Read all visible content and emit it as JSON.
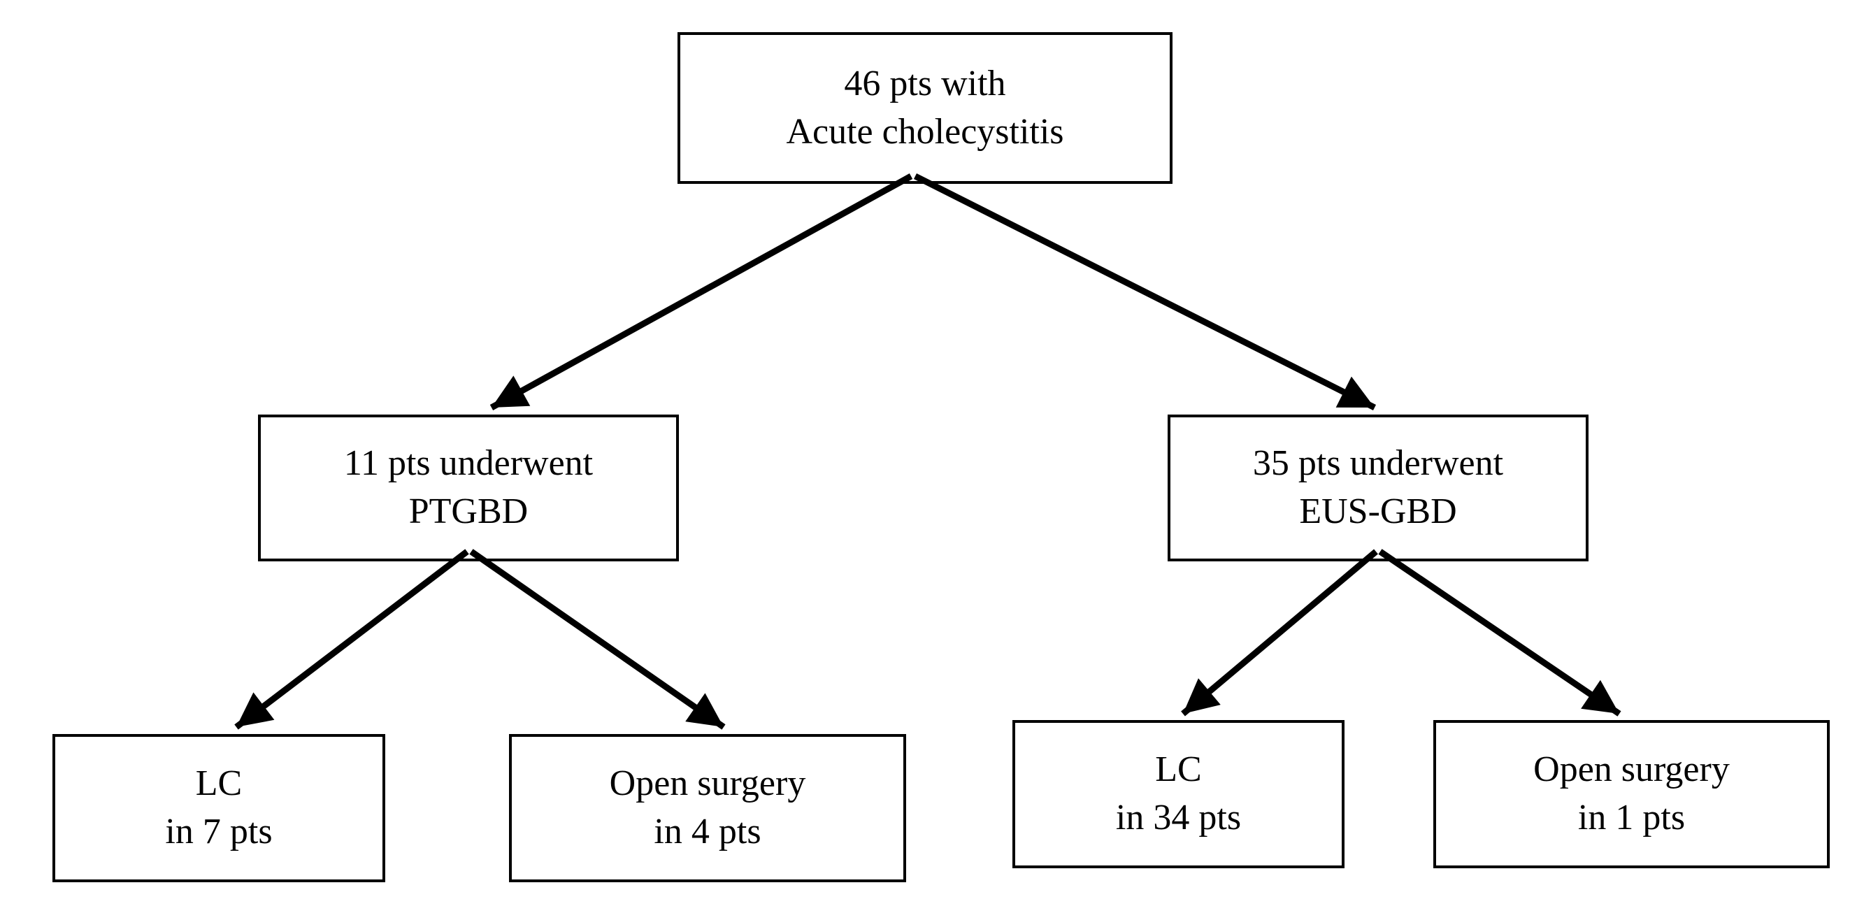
{
  "figure": {
    "type": "flowchart",
    "background_color": "#ffffff",
    "stroke_color": "#000000",
    "nodes": {
      "root": {
        "lines": [
          "46 pts with",
          "Acute cholecystitis"
        ]
      },
      "ptgbd": {
        "lines": [
          "11 pts underwent",
          "PTGBD"
        ]
      },
      "eus_gbd": {
        "lines": [
          "35 pts underwent",
          "EUS-GBD"
        ]
      },
      "lc_after_ptgbd": {
        "lines": [
          "LC",
          "in 7 pts"
        ]
      },
      "open_after_ptgbd": {
        "lines": [
          "Open surgery",
          "in 4 pts"
        ]
      },
      "lc_after_eusgbd": {
        "lines": [
          "LC",
          "in 34 pts"
        ]
      },
      "open_after_eusgbd": {
        "lines": [
          "Open surgery",
          "in 1 pts"
        ]
      }
    },
    "edges": [
      {
        "from": "root",
        "to": "ptgbd"
      },
      {
        "from": "root",
        "to": "eus_gbd"
      },
      {
        "from": "ptgbd",
        "to": "lc_after_ptgbd"
      },
      {
        "from": "ptgbd",
        "to": "open_after_ptgbd"
      },
      {
        "from": "eus_gbd",
        "to": "lc_after_eusgbd"
      },
      {
        "from": "eus_gbd",
        "to": "open_after_eusgbd"
      }
    ]
  }
}
